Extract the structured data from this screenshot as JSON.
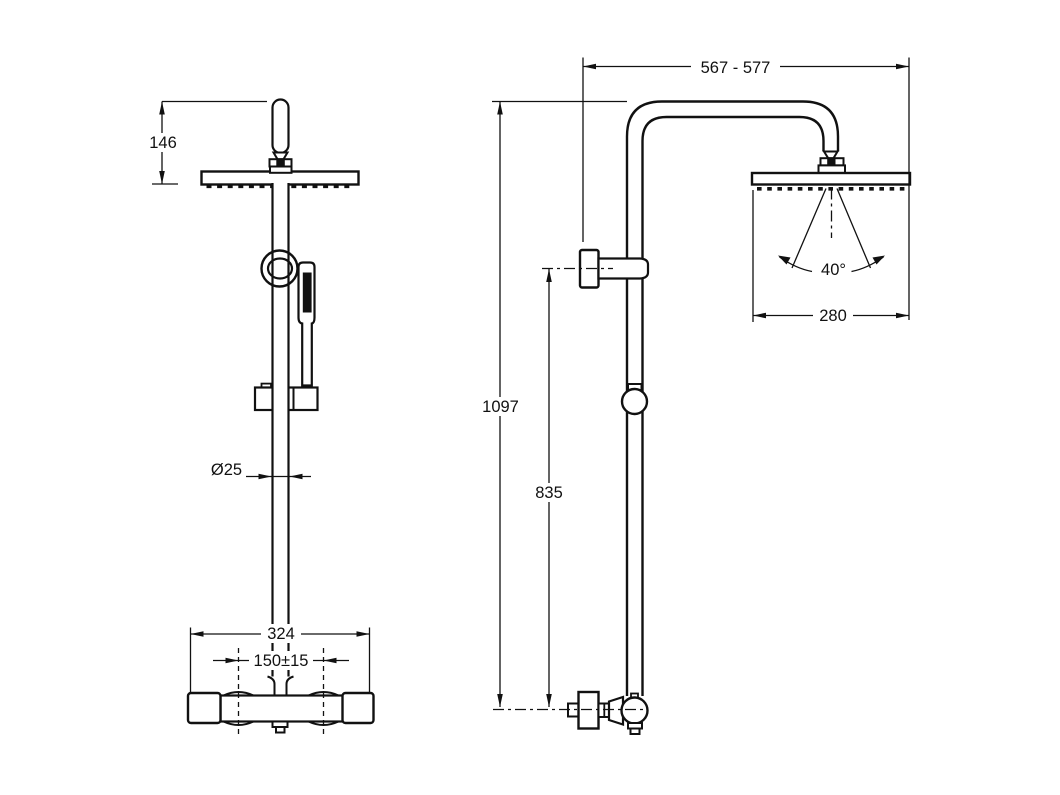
{
  "colors": {
    "line": "#111111",
    "background": "#ffffff"
  },
  "dims": {
    "front": {
      "head_height": "146",
      "pipe_diameter": "Ø25",
      "valve_width": "324",
      "inlet_spacing": "150±15"
    },
    "side": {
      "arm_reach": "567 - 577",
      "spray_angle": "40°",
      "head_width": "280",
      "total_height": "1097",
      "bracket_height": "835"
    }
  }
}
